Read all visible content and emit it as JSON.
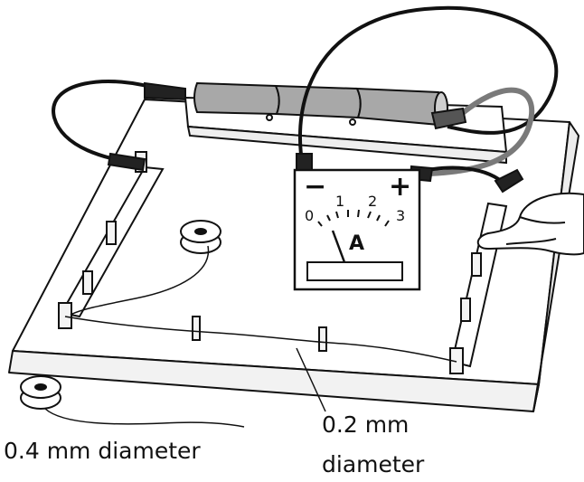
{
  "labels": {
    "thick_wire": "0.4 mm diameter",
    "thin_wire_line1": "0.2 mm",
    "thin_wire_line2": "diameter"
  },
  "ammeter": {
    "minus_sign": "−",
    "plus_sign": "+",
    "unit": "A",
    "scale": [
      "0",
      "1",
      "2",
      "3"
    ]
  },
  "colors": {
    "ink": "#111111",
    "battery": "#a8a8a8",
    "red_lead": "#7a7a7a",
    "board": "#ffffff"
  }
}
